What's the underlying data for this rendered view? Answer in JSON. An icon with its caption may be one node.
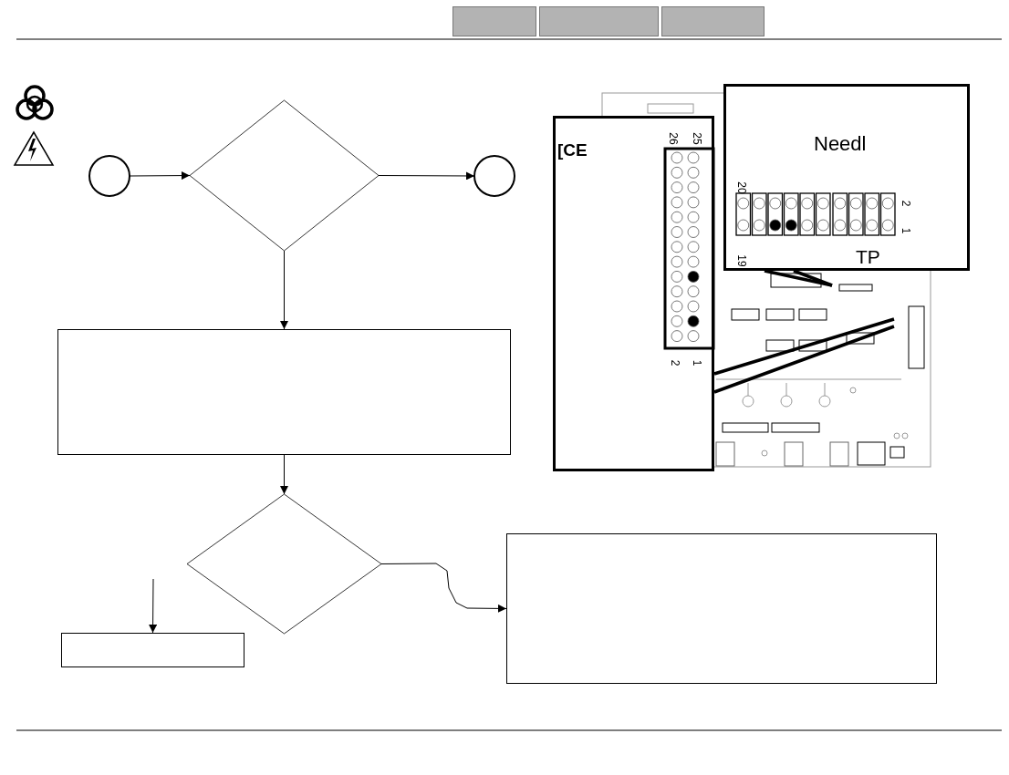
{
  "diagram": {
    "nodes": [
      {
        "text": [],
        "shape": "circle"
      },
      {
        "text": [],
        "shape": "diamond"
      },
      {
        "text": [],
        "shape": "circle"
      },
      {
        "text": [],
        "shape": "box"
      },
      {
        "text": [],
        "shape": "diamond"
      },
      {
        "text": [],
        "shape": "box"
      },
      {
        "text": [],
        "shape": "box"
      },
      {
        "text": [
          "[CE"
        ]
      },
      {
        "text": [
          "Needl",
          "TP"
        ]
      },
      {
        "text": [],
        "shape": "bar"
      },
      {
        "text": [],
        "shape": "bar"
      },
      {
        "text": [],
        "shape": "bar"
      }
    ],
    "edges": [
      {
        "from": 0,
        "to": 1,
        "arrow": "to"
      },
      {
        "from": 1,
        "to": 2,
        "arrow": "to"
      },
      {
        "from": 1,
        "to": 3,
        "arrow": "to"
      },
      {
        "from": 3,
        "to": 4,
        "arrow": "to"
      },
      {
        "from": 4,
        "to": 6,
        "arrow": "to"
      },
      {
        "from": null,
        "to": 5,
        "arrow": "to"
      }
    ],
    "labels": [
      "26",
      "25",
      "2",
      "1",
      "20",
      "19",
      "2",
      "1"
    ]
  }
}
